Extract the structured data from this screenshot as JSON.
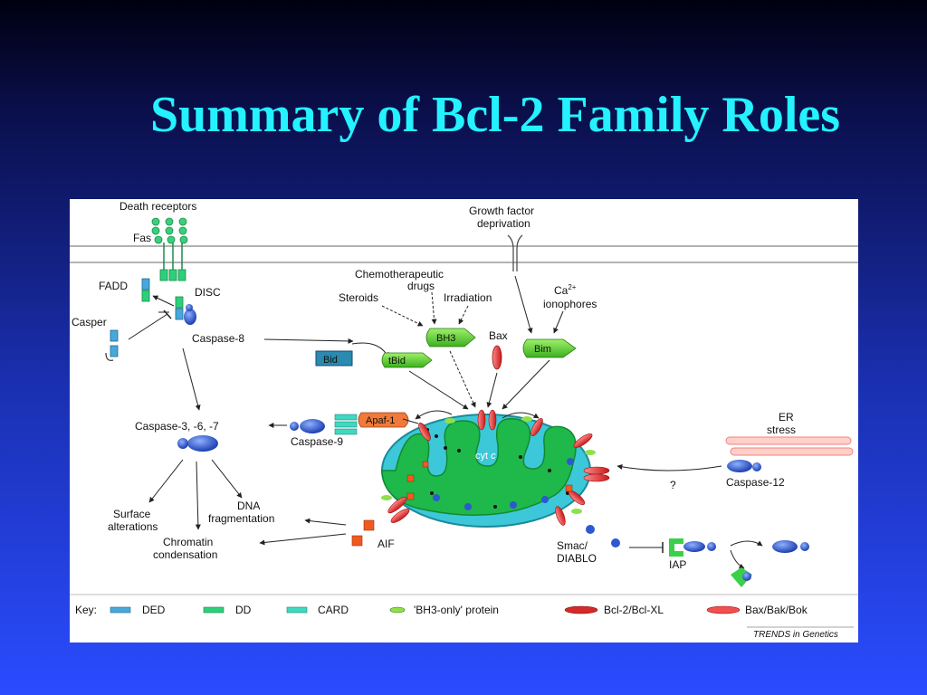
{
  "slide": {
    "title": "Summary of Bcl-2 Family Roles",
    "title_color": "#24f2ff",
    "background_color": "#1a2fb0"
  },
  "diagram": {
    "labels": {
      "death_receptors": "Death receptors",
      "fas": "Fas",
      "fadd": "FADD",
      "disc": "DISC",
      "casper": "Casper",
      "caspase8": "Caspase-8",
      "growth_factor_1": "Growth factor",
      "growth_factor_2": "deprivation",
      "chemo_1": "Chemotherapeutic",
      "chemo_2": "drugs",
      "steroids": "Steroids",
      "irradiation": "Irradiation",
      "ca_1": "Ca",
      "ca_sup": "2+",
      "ca_2": "ionophores",
      "bh3": "BH3",
      "bax": "Bax",
      "bim": "Bim",
      "bid": "Bid",
      "tbid": "tBid",
      "caspase367": "Caspase-3, -6, -7",
      "caspase9": "Caspase-9",
      "apaf1": "Apaf-1",
      "cytc_1": "cyt",
      "cytc_2": "c",
      "er_1": "ER",
      "er_2": "stress",
      "caspase12": "Caspase-12",
      "question": "?",
      "surface_1": "Surface",
      "surface_2": "alterations",
      "dna_1": "DNA",
      "dna_2": "fragmentation",
      "chromatin_1": "Chromatin",
      "chromatin_2": "condensation",
      "aif": "AIF",
      "smac_1": "Smac/",
      "smac_2": "DIABLO",
      "iap": "IAP",
      "credit": "TRENDS in Genetics"
    },
    "key": {
      "title": "Key:",
      "items": [
        {
          "label": "DED",
          "color": "#4aa8d8"
        },
        {
          "label": "DD",
          "color": "#2ecf7a"
        },
        {
          "label": "CARD",
          "color": "#3fd8c0"
        },
        {
          "label": "'BH3-only' protein",
          "color": "#5ad43c"
        },
        {
          "label": "Bcl-2/Bcl-XL",
          "color": "#d42a2a"
        },
        {
          "label": "Bax/Bak/Bok",
          "color": "#f05050"
        }
      ]
    },
    "colors": {
      "mito_outer": "#3cc8d8",
      "mito_inner": "#1fb84a",
      "caspase": "#2d58d0",
      "bh3_green": "#4ecb2a",
      "apaf": "#f07a3a",
      "aif": "#f05a20"
    }
  }
}
